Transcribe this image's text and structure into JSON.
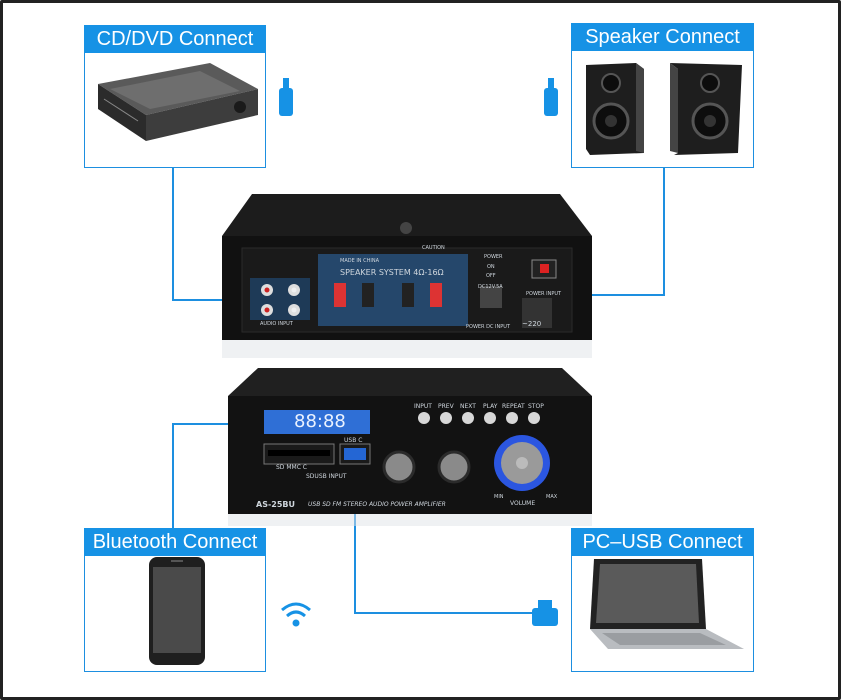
{
  "callouts": {
    "top_left": "CD/DVD Connect",
    "top_right": "Speaker Connect",
    "bottom_left": "Bluetooth Connect",
    "bottom_right": "PC–USB Connect"
  },
  "rear_panel": {
    "speaker_system": "SPEAKER SYSTEM 4Ω-16Ω",
    "made_in": "MADE IN CHINA",
    "caution": "CAUTION",
    "audio_input": "AUDIO INPUT",
    "power": "POWER",
    "on": "ON",
    "off": "OFF",
    "dc": "DC12V.5A",
    "power_input": "POWER INPUT",
    "power_dc_input": "POWER DC INPUT",
    "ac": "~220"
  },
  "front_panel": {
    "display": "88:88",
    "buttons": [
      "INPUT",
      "PREV",
      "NEXT",
      "PLAY",
      "REPEAT",
      "STOP"
    ],
    "sd_label": "SD MMC C",
    "usb_label": "USB C",
    "sdusb_label": "SDUSB INPUT",
    "model": "AS-25BU",
    "tagline": "USB SD FM STEREO AUDIO POWER AMPLIFIER",
    "volume": "VOLUME",
    "min": "MIN",
    "max": "MAX"
  },
  "colors": {
    "accent": "#1692e5",
    "line": "#1d8fe0"
  }
}
